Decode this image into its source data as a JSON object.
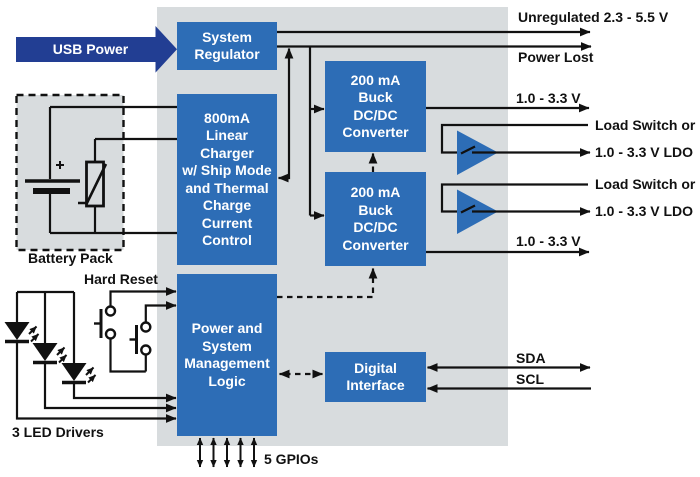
{
  "colors": {
    "block_blue": "#2d6db6",
    "usb_arrow_navy": "#223e93",
    "chip_gray": "#d8dcde",
    "line_black": "#111111",
    "block_text_white": "#ffffff"
  },
  "usb_arrow": {
    "label": "USB Power"
  },
  "chip": {
    "blocks": {
      "system_regulator": {
        "label": "System\nRegulator"
      },
      "linear_charger": {
        "label": "800mA\nLinear\nCharger\nw/ Ship Mode\nand Thermal\nCharge\nCurrent\nControl"
      },
      "power_logic": {
        "label": "Power and\nSystem\nManagement\nLogic"
      },
      "buck_converter_1": {
        "label": "200 mA\nBuck\nDC/DC\nConverter"
      },
      "buck_converter_2": {
        "label": "200 mA\nBuck\nDC/DC\nConverter"
      },
      "digital_interface": {
        "label": "Digital\nInterface"
      }
    }
  },
  "left_side": {
    "battery_pack": {
      "label": "Battery Pack"
    },
    "hard_reset": {
      "label": "Hard Reset"
    },
    "led_drivers": {
      "label": "3 LED Drivers"
    }
  },
  "bottom": {
    "gpios": {
      "label": "5 GPIOs"
    }
  },
  "outputs": {
    "unregulated": {
      "label": "Unregulated 2.3 - 5.5 V"
    },
    "power_lost": {
      "label": "Power Lost"
    },
    "buck1_out": {
      "label": "1.0 - 3.3 V"
    },
    "load_switch_1": {
      "line1": "Load Switch or",
      "line2": "1.0 - 3.3 V LDO"
    },
    "load_switch_2": {
      "line1": "Load Switch or",
      "line2": "1.0 - 3.3 V LDO"
    },
    "buck2_out": {
      "label": "1.0 - 3.3 V"
    },
    "sda": {
      "label": "SDA"
    },
    "scl": {
      "label": "SCL"
    }
  }
}
